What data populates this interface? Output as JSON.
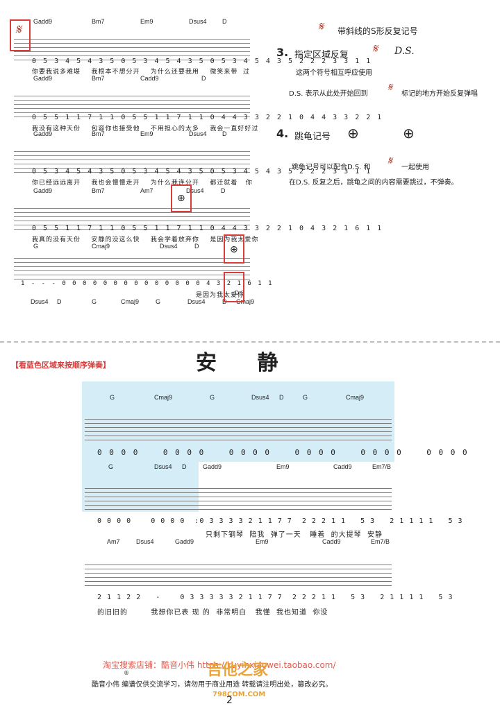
{
  "page_top": {
    "item_s_title": "带斜线的S形反复记号",
    "item3_label": "3.",
    "item3_title": "指定区域反复",
    "item3_ds": "D.S.",
    "item3_line1": "这两个符号相互呼应使用",
    "item3_line2_prefix": "D.S. 表示从此处开始回到",
    "item3_line2_suffix": "标记的地方开始反复弹唱",
    "item4_label": "4.",
    "item4_title": "跳龟记号",
    "item4_line1_prefix": "跳龟记号可以配合D.S. 和",
    "item4_line1_suffix": "一起使用",
    "item4_line2": "在D.S. 反复之后，跳龟之间的内容需要跳过，不弹奏。"
  },
  "score_top": {
    "rows": [
      {
        "chords": [
          "Gadd9",
          "Bm7",
          "Em9",
          "Dsus4",
          "D"
        ],
        "nums": "0 5 3 4 5 4 3 5   0 5 3 4 5 4 3 5   0 5 3 4 5 4 3 5   2 2 2 3 3 1 1",
        "lyrics": "你要我说多难堪    我根本不想分开    为什么还要我用    微笑来带  过"
      },
      {
        "chords": [
          "Gadd9",
          "Bm7",
          "Cadd9",
          "D"
        ],
        "nums": "0 5 5 1 1 7 1 1   0 5 5 1 1 7 1 1   0 4 4 3 3 2 2 1   0 4 4 3 3 2 2 1",
        "lyrics": "我没有这种天份    包容你也接受他    不用担心的太多    我会一直好好过"
      },
      {
        "chords": [
          "Gadd9",
          "Bm7",
          "Em9",
          "Dsus4",
          "D"
        ],
        "nums": "0 5 3 4 5 4 3 5   0 5 3 4 5 4 3 5   0 5 3 4 5 4 3 5   2 2 2 3 3 1 1",
        "lyrics": "你已经远远离开    我也会慢慢走开    为什么我连分开    都迁就着   你"
      },
      {
        "chords": [
          "Gadd9",
          "Bm7",
          "Am7",
          "Dsus4",
          "D"
        ],
        "nums": "0 5 5 1 1 7 1 1   0 5 5 1 1 7 1 1   0 4 4 3 3 2 2 1   0 4 3 2 1 6 1 1",
        "lyrics": "我真的没有天份    安静的没这么快    我会学着放弃你    是因为我太爱你"
      },
      {
        "chords": [
          "G",
          "Cmaj9",
          "Dsus4",
          "D"
        ],
        "nums": "1  -  -  -    0 0 0 0    0 0 0 0    0 0 0 0 0    0 4 3 2 1 6 1 1",
        "lyrics": "是因为我太爱你"
      }
    ],
    "bottom_chords": [
      "Dsus4",
      "D",
      "G",
      "Cmaj9",
      "G",
      "Dsus4",
      "D",
      "Cmaj9"
    ],
    "ds_mark": "D.S"
  },
  "song": {
    "instruction": "【看蓝色区域来按顺序弹奏】",
    "title": "安 静",
    "rows": [
      {
        "chords": [
          "G",
          "Cmaj9",
          "G",
          "Dsus4",
          "D",
          "G",
          "Cmaj9"
        ],
        "nums": "0 0 0 0    0 0 0 0    0 0 0 0    0 0 0 0    0 0 0 0    0 0 0 0",
        "lyrics": ""
      },
      {
        "chords": [
          "G",
          "Dsus4",
          "D",
          "Gadd9",
          "Em9",
          "Cadd9",
          "Em7/B"
        ],
        "nums": "0 0 0 0    0 0 0 0  :0 3 3 3 3 2 1 1 7 7  2 2 2 1 1   5 3   2 1 1 1 1   5 3",
        "lyrics": "只剩下钢琴  陪我  弹了一天   睡着  的大提琴  安静"
      },
      {
        "chords": [
          "Am7",
          "Dsus4",
          "Gadd9",
          "Em9",
          "Cadd9",
          "Em7/B"
        ],
        "nums": "2 1 1 2 2   -    0 3 3 3 3 3 2 1 1 7 7  2 2 2 1 1   5 3   2 1 1 1 1   5 3",
        "lyrics": "的旧旧的        我想你已表 现 的  非常明白   我懂  我也知道  你没"
      }
    ]
  },
  "footer": {
    "line1": "淘宝搜索店铺：酷音小伟  https://kuyinxiaowei.taobao.com/",
    "line2": "酷音小伟  编谱仅供交流学习，请勿用于商业用途  转载请注明出处，篡改必究。",
    "page_number": "2",
    "watermark_top": "吉他之家",
    "watermark_bottom": "798COM.COM",
    "registered": "®"
  },
  "colors": {
    "accent_red": "#d93b3b",
    "blue_highlight": "#d4edf7",
    "segno_color": "#b24a3a",
    "footer_red": "#e15b4e",
    "watermark_orange": "#e7a43a"
  }
}
